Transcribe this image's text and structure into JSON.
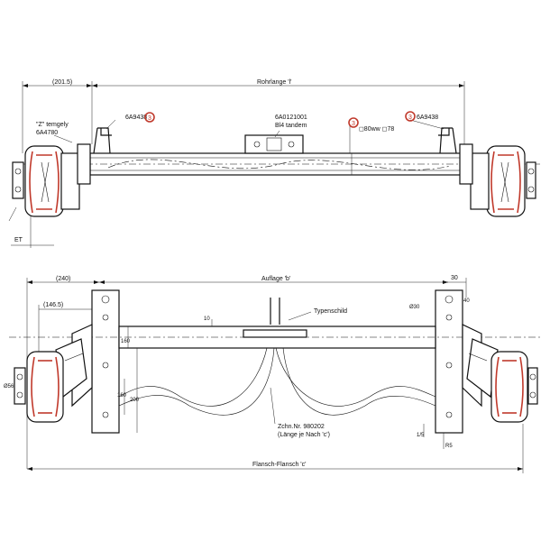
{
  "top_view": {
    "dim_left": "(201.5)",
    "dim_tube": "Rohrlange 'l'",
    "label_z_line1": "\"Z\" temgely",
    "label_z_line2": "6A4780",
    "label_left_part": "6A9438",
    "label_center_line1": "6A0121001",
    "label_center_line2": "Bl4 tandem",
    "label_right_part": "6A9438",
    "label_tube": "◻80ww ◻78",
    "callout_num": "3",
    "label_et": "ET"
  },
  "bottom_view": {
    "dim_left": "(240)",
    "dim_support": "Auflage 'b'",
    "dim_right_30": "30",
    "dim_right_40": "40",
    "dim_146": "(146.5)",
    "dim_phi30": "Ø30",
    "dim_10": "10",
    "dim_160a": "160",
    "dim_160b": "160",
    "dim_200": "200",
    "label_typenschild": "Typenschild",
    "label_zchn_line1": "Zchn.Nr. 980202",
    "label_zchn_line2": "(Länge je Nach 'c')",
    "dim_flange": "Flansch-Flansch 'c'",
    "dim_phi56": "Ø56",
    "dim_r5": "R5",
    "dim_r1": "1/5"
  },
  "colors": {
    "line": "#111111",
    "accent_red": "#c0392b",
    "background": "#ffffff"
  }
}
